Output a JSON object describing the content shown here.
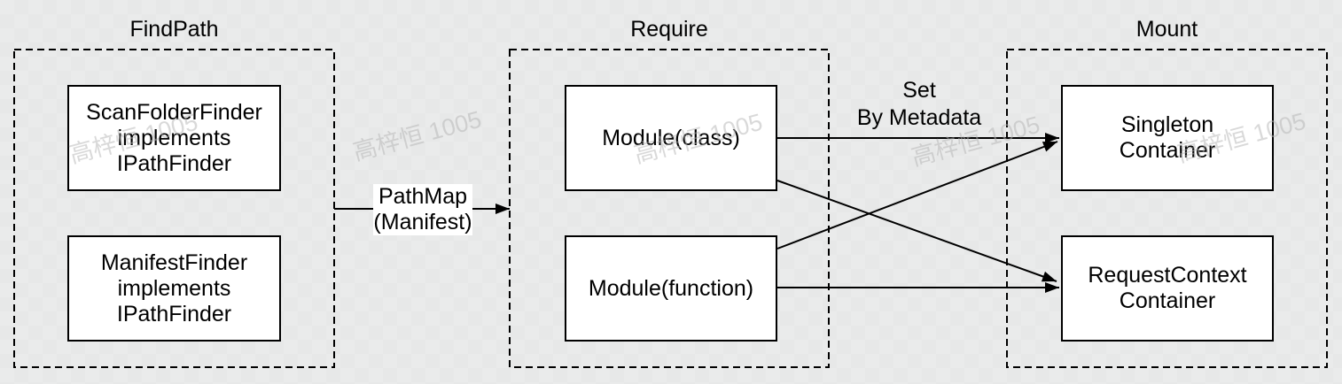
{
  "diagram": {
    "groups": [
      {
        "title": "FindPath",
        "nodes": [
          {
            "lines": [
              "ScanFolderFinder",
              "implements",
              "IPathFinder"
            ]
          },
          {
            "lines": [
              "ManifestFinder",
              "implements",
              "IPathFinder"
            ]
          }
        ]
      },
      {
        "title": "Require",
        "nodes": [
          {
            "lines": [
              "Module(class)"
            ]
          },
          {
            "lines": [
              "Module(function)"
            ]
          }
        ]
      },
      {
        "title": "Mount",
        "nodes": [
          {
            "lines": [
              "Singleton",
              "Container"
            ]
          },
          {
            "lines": [
              "RequestContext",
              "Container"
            ]
          }
        ]
      }
    ],
    "edges": [
      {
        "from": "FindPath",
        "to": "Require",
        "label_lines": [
          "PathMap",
          "(Manifest)"
        ]
      },
      {
        "from": "Module(class)",
        "to": "Singleton Container",
        "label_lines": [
          "Set",
          "By Metadata"
        ]
      },
      {
        "from": "Module(class)",
        "to": "RequestContext Container"
      },
      {
        "from": "Module(function)",
        "to": "Singleton Container"
      },
      {
        "from": "Module(function)",
        "to": "RequestContext Container"
      }
    ],
    "watermark": {
      "text": "高梓恒 1005",
      "color": "#b5b5b5"
    },
    "colors": {
      "background": "#eaebeb",
      "node_fill": "#ffffff",
      "stroke": "#000000"
    }
  }
}
